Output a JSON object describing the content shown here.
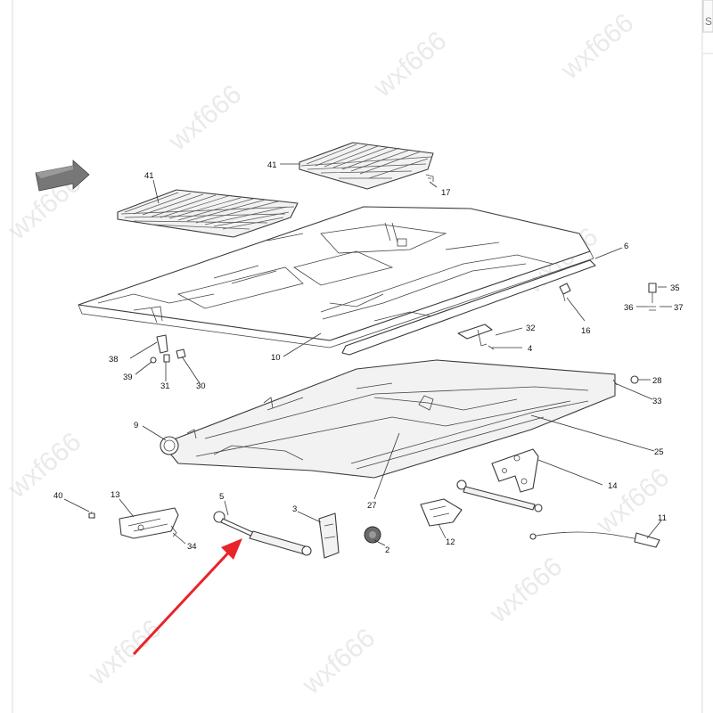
{
  "diagram": {
    "callouts": [
      "41",
      "41",
      "17",
      "6",
      "35",
      "36",
      "37",
      "16",
      "32",
      "4",
      "10",
      "38",
      "39",
      "31",
      "30",
      "28",
      "33",
      "9",
      "25",
      "27",
      "14",
      "40",
      "13",
      "5",
      "3",
      "34",
      "2",
      "12",
      "11"
    ],
    "watermark_text": "wxf666",
    "corner_tab_text": "S"
  },
  "colors": {
    "arrow": "#e8242a",
    "line": "#3a3a3a",
    "watermark": "#d9d9d9",
    "nav_icon": "#555555"
  }
}
